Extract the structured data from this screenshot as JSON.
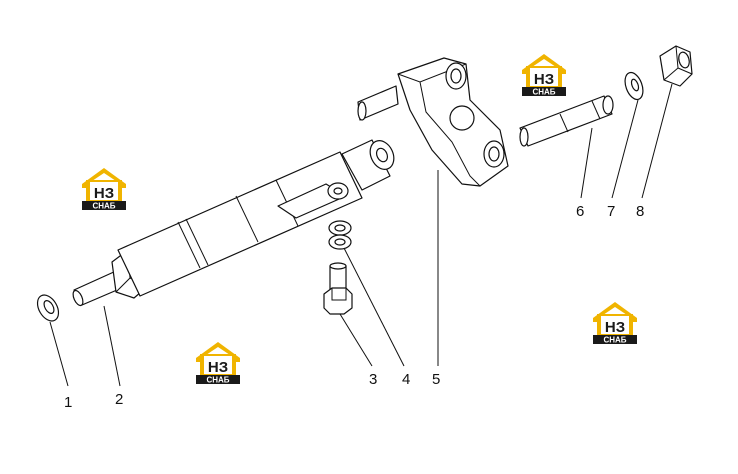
{
  "diagram": {
    "callouts": [
      "1",
      "2",
      "3",
      "4",
      "5",
      "6",
      "7",
      "8"
    ]
  },
  "watermark": {
    "mark": "НЗ",
    "caption": "СНАБ",
    "colors": {
      "roof": "#f0b400",
      "body": "#1a1a1a",
      "text": "#ffffff"
    }
  }
}
